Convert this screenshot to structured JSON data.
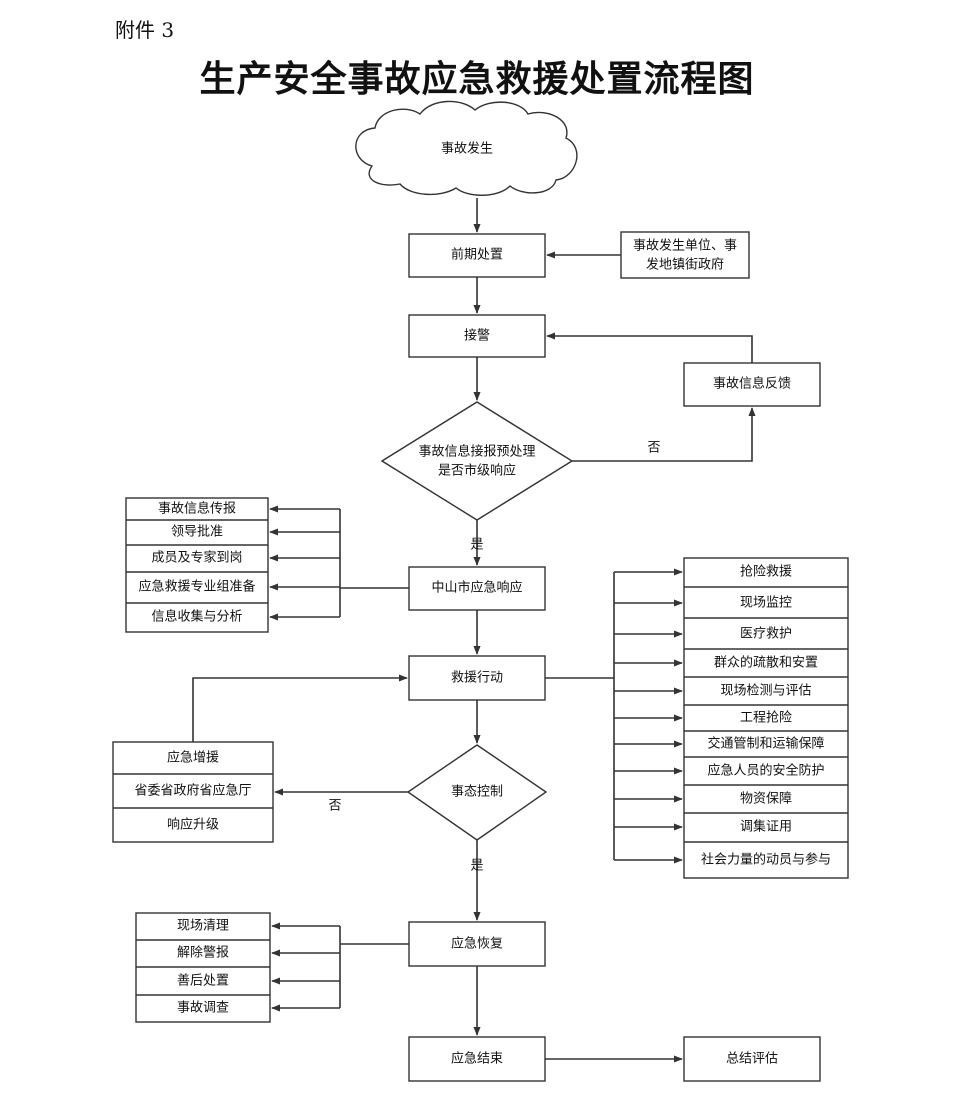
{
  "header": {
    "attachment": "附件 3",
    "title": "生产安全事故应急救援处置流程图"
  },
  "nodes": {
    "incident": "事故发生",
    "initial": "前期处置",
    "units": [
      "事故发生单位、事",
      "发地镇街政府"
    ],
    "alarm": "接警",
    "feedback": "事故信息反馈",
    "decision1": [
      "事故信息接报预处理",
      "是否市级响应"
    ],
    "city": "中山市应急响应",
    "rescue": "救援行动",
    "decision2": "事态控制",
    "recovery": "应急恢复",
    "end": "应急结束",
    "summary": "总结评估"
  },
  "edge_labels": {
    "no1": "否",
    "yes1": "是",
    "no2": "否",
    "yes2": "是"
  },
  "left_group": [
    "事故信息传报",
    "领导批准",
    "成员及专家到岗",
    "应急救援专业组准备",
    "信息收集与分析"
  ],
  "right_group": [
    "抢险救援",
    "现场监控",
    "医疗救护",
    "群众的疏散和安置",
    "现场检测与评估",
    "工程抢险",
    "交通管制和运输保障",
    "应急人员的安全防护",
    "物资保障",
    "调集证用",
    "社会力量的动员与参与"
  ],
  "escalation_group": [
    "应急增援",
    "省委省政府省应急厅",
    "响应升级"
  ],
  "recovery_group": [
    "现场清理",
    "解除警报",
    "善后处置",
    "事故调查"
  ]
}
